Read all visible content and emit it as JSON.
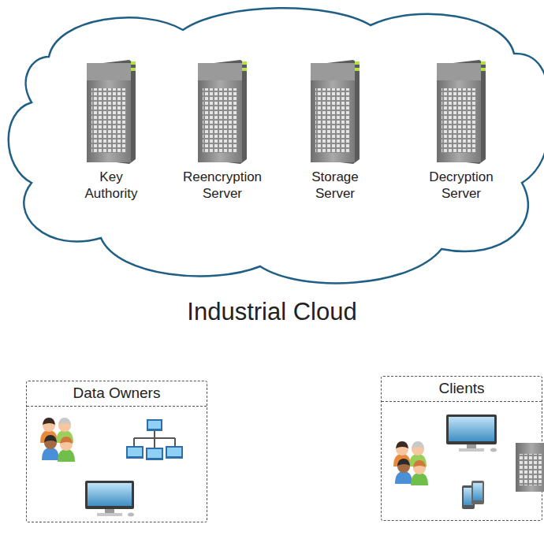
{
  "diagram": {
    "nodes": [
      {
        "text": [
          "Industrial Cloud"
        ]
      },
      {
        "text": [
          "Key Authority"
        ],
        "in": 0
      },
      {
        "text": [
          "Reencryption Server"
        ],
        "in": 0
      },
      {
        "text": [
          "Storage Server"
        ],
        "in": 0
      },
      {
        "text": [
          "Decryption Server"
        ],
        "in": 0
      },
      {
        "text": [
          "Data Owners"
        ]
      },
      {
        "text": [
          "Clients"
        ]
      }
    ]
  }
}
